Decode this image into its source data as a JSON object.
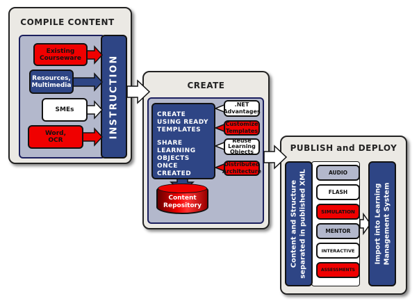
{
  "compile": {
    "title": "COMPILE CONTENT",
    "bar": "INSTRUCTION",
    "items": [
      {
        "line1": "Existing",
        "line2": "Courseware"
      },
      {
        "line1": "Resources,",
        "line2": "Multimedia"
      },
      {
        "line1": "SMEs",
        "line2": ""
      },
      {
        "line1": "Word,",
        "line2": "OCR"
      }
    ]
  },
  "create": {
    "title": "CREATE",
    "main1": "CREATE USING READY TEMPLATES",
    "main2": "SHARE LEARNING OBJECTS ONCE CREATED",
    "items": [
      {
        "line1": ".NET",
        "line2": "Advantages"
      },
      {
        "line1": "Customize",
        "line2": "Templates"
      },
      {
        "line1": "Reuse Learning",
        "line2": "Objects"
      },
      {
        "line1": "Distributed",
        "line2": "Architecture"
      }
    ],
    "repository": {
      "line1": "Content",
      "line2": "Repository"
    }
  },
  "publish": {
    "title": "PUBLISH and DEPLOY",
    "left_bar": {
      "line1": "Content and Structure",
      "line2": "separated in published XML"
    },
    "right_bar": {
      "line1": "Import into Learning",
      "line2": "Management System"
    },
    "items": [
      "AUDIO",
      "FLASH",
      "SIMULATION",
      "MENTOR",
      "INTERACTIVE",
      "ASSESSMENTS"
    ]
  },
  "colors": {
    "red": "#f00000",
    "blue": "#2e4585",
    "lavender": "#b3b8cc",
    "panel": "#ebe9e4"
  }
}
